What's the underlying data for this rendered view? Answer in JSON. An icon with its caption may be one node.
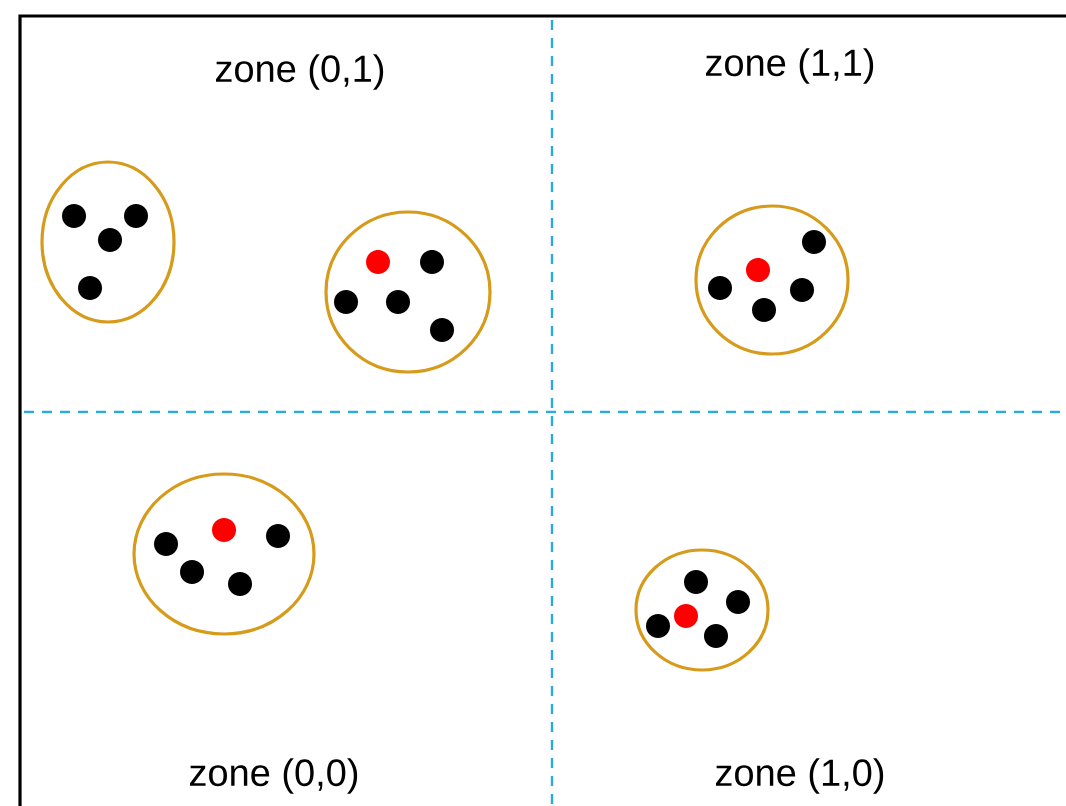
{
  "diagram": {
    "labels": [
      "zone (0,1)",
      "zone (1,1)",
      "zone (0,0)",
      "zone (1,0)"
    ]
  }
}
